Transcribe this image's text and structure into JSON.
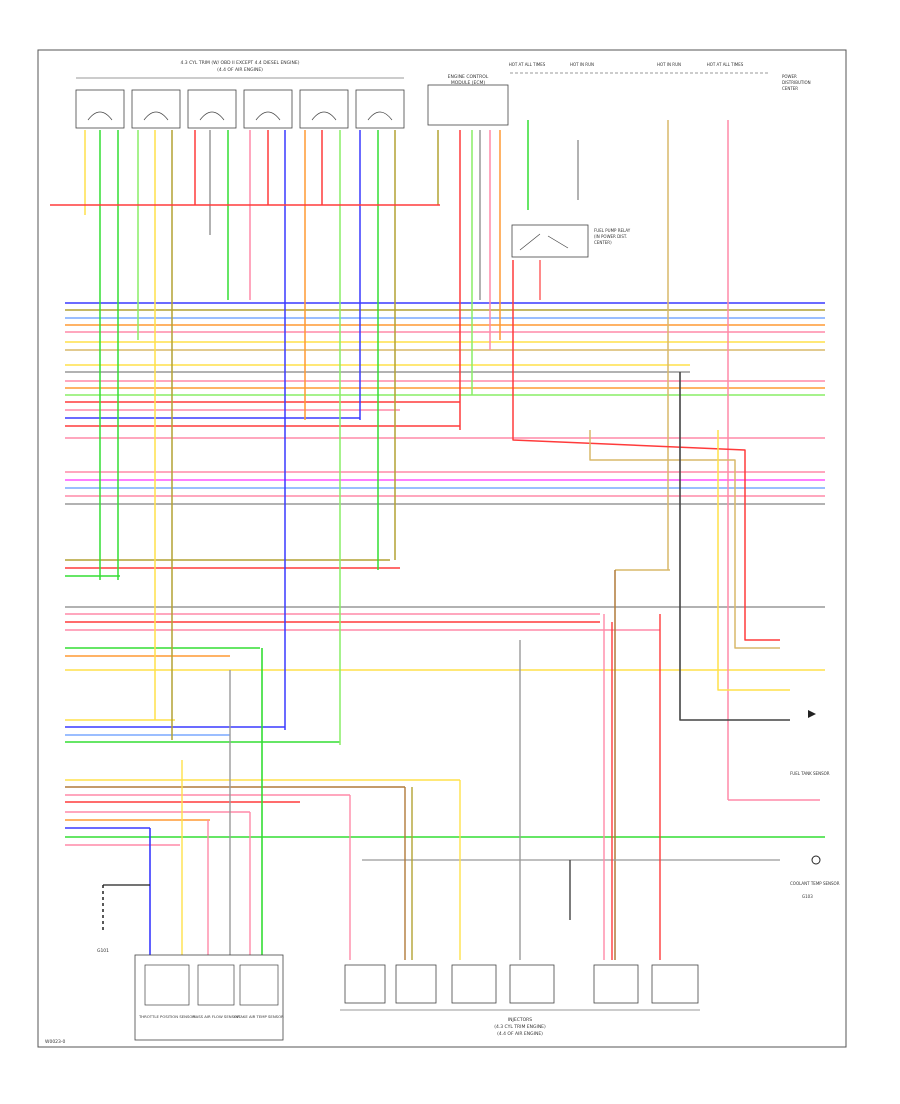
{
  "diagram": {
    "title_line_1": "4.3 CYL TRIM (W/ OBD II EXCEPT 4.4 DIESEL ENGINE)",
    "title_line_2": "(4.4 OF AIR ENGINE)",
    "pcm_block_label_1": "ENGINE CONTROL",
    "pcm_block_label_2": "MODULE (ECM)",
    "relay_block_label_1": "FUEL PUMP RELAY",
    "relay_block_label_2": "(IN POWER DIST.",
    "relay_block_label_3": "CENTER)",
    "fuse_labels": [
      "HOT AT ALL TIMES",
      "HOT IN RUN",
      "HOT IN RUN",
      "HOT AT ALL TIMES"
    ],
    "right_header_1": "POWER",
    "right_header_2": "DISTRIBUTION",
    "right_header_3": "CENTER",
    "bottom_title_1": "INJECTORS",
    "bottom_title_2": "(4.3 CYL TRIM ENGINE)",
    "bottom_title_3": "(4.4 OF AIR ENGINE)",
    "left_sensor_labels": [
      "THROTTLE POSITION SENSOR",
      "MASS AIR FLOW SENSOR",
      "INTAKE AIR TEMP SENSOR"
    ],
    "ground_label_left": "G101",
    "ground_label_right": "G103",
    "right_component_1": "FUEL TANK SENSOR",
    "right_component_2": "COOLANT TEMP SENSOR",
    "footer_code": "W0023-0"
  }
}
